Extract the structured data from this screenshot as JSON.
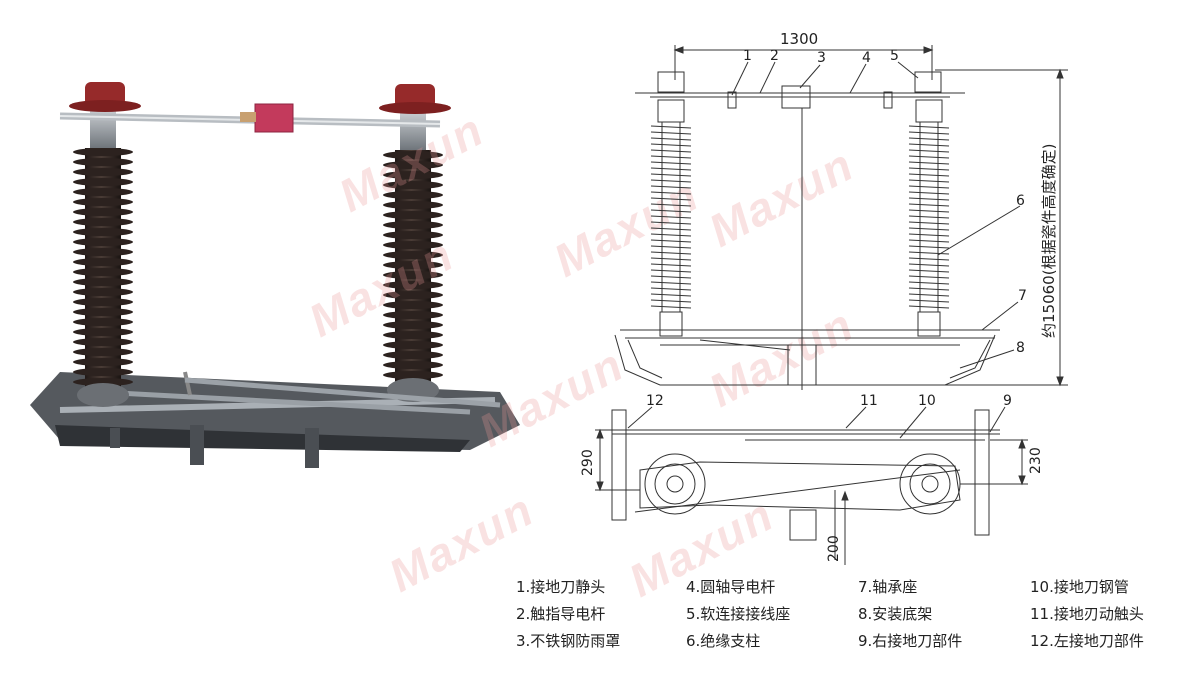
{
  "watermark": "Maxun",
  "dimensions": {
    "top_width": "1300",
    "total_height": "约15060(根据瓷件高度确定)",
    "left_depth": "290",
    "right_depth": "230",
    "bottom_offset": "200"
  },
  "callouts": [
    "1",
    "2",
    "3",
    "4",
    "5",
    "6",
    "7",
    "8",
    "9",
    "10",
    "11",
    "12"
  ],
  "legend": [
    "1.接地刀静头",
    "4.圆轴导电杆",
    "7.轴承座",
    "10.接地刀钢管",
    "2.触指导电杆",
    "5.软连接接线座",
    "8.安装底架",
    "11.接地刃动触头",
    "3.不铁钢防雨罩",
    "6.绝缘支柱",
    "9.右接地刀部件",
    "12.左接地刀部件"
  ],
  "colors": {
    "insulator": "#3a2e2a",
    "cap": "#9a2a2a",
    "housing": "#c23a5a",
    "metal": "#8a8f94",
    "watermark": "#e89696"
  }
}
